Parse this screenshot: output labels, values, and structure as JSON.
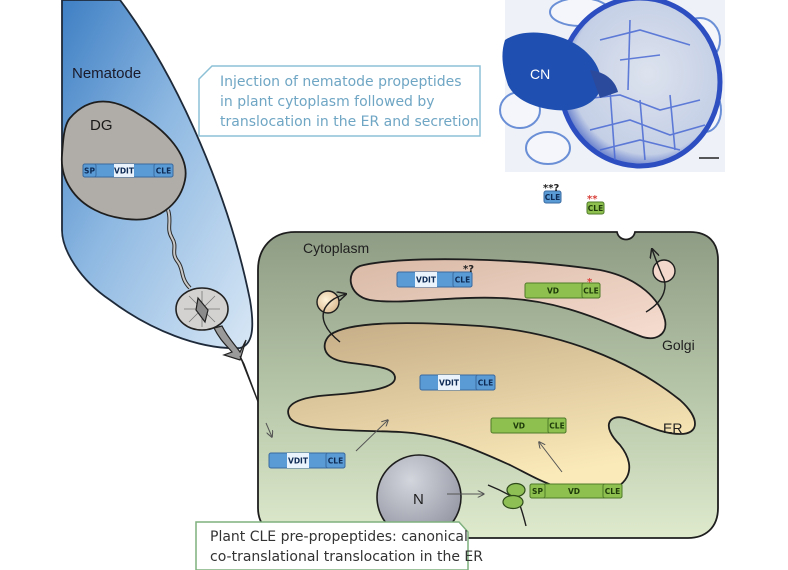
{
  "labels": {
    "nematode": "Nematode",
    "dg": "DG",
    "cytoplasm": "Cytoplasm",
    "golgi": "Golgi",
    "er": "ER",
    "nucleus": "N",
    "micrograph_label": "CN"
  },
  "callouts": {
    "nematode": [
      "Injection of nematode propeptides",
      "in plant cytoplasm followed by",
      "translocation in the ER and secretion"
    ],
    "plant": [
      "Plant CLE pre-propeptides: canonical",
      "co-translational translocation in the ER"
    ]
  },
  "segments": {
    "sp": "SP",
    "vdit": "VDIT",
    "vd": "VD",
    "cle": "CLE"
  },
  "annotations": {
    "nematode_secreted_mark": "**?",
    "plant_secreted_mark": "**",
    "nematode_golgi_mark": "*?",
    "plant_golgi_mark": "*"
  },
  "colors": {
    "nematode_blue": "#5b9bd5",
    "nematode_cle": "#3f74b8",
    "plant_green": "#8dc04e",
    "plant_cle": "#6ea33a",
    "callout_border_blue": "#8cc0d6",
    "callout_border_green": "#7fb07f",
    "red_asterisk": "#d9403a"
  }
}
